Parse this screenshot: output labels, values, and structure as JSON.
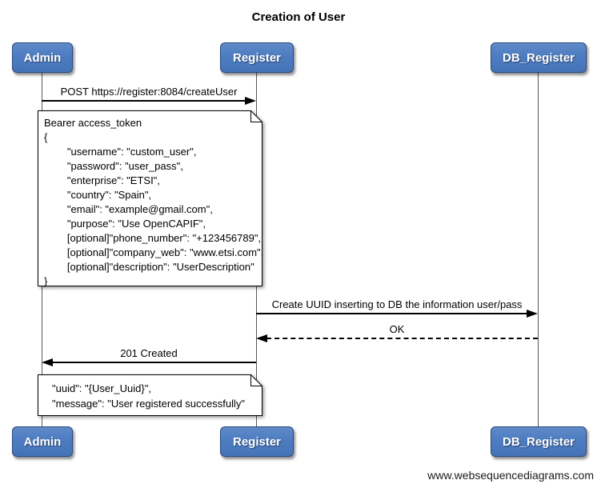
{
  "title": "Creation of User",
  "footer": "www.websequencediagrams.com",
  "actors": [
    {
      "name": "Admin"
    },
    {
      "name": "Register"
    },
    {
      "name": "DB_Register"
    }
  ],
  "messages": [
    {
      "from": "Admin",
      "to": "Register",
      "label": "POST https://register:8084/createUser",
      "line_style": "solid"
    },
    {
      "from": "Register",
      "to": "DB_Register",
      "label": "Create UUID inserting to DB the information user/pass",
      "line_style": "solid"
    },
    {
      "from": "DB_Register",
      "to": "Register",
      "label": "OK",
      "line_style": "dashed"
    },
    {
      "from": "Register",
      "to": "Admin",
      "label": "201 Created",
      "line_style": "solid"
    }
  ],
  "notes": [
    {
      "over": [
        "Admin",
        "Register"
      ],
      "text": "Bearer access_token\n{\n\t\"username\": \"custom_user\",\n\t\"password\": \"user_pass\",\n\t\"enterprise\": \"ETSI\",\n\t\"country\": \"Spain\",\n\t\"email\": \"example@gmail.com\",\n\t\"purpose\": \"Use OpenCAPIF\",\n\t[optional]\"phone_number\": \"+123456789\",\n\t[optional]\"company_web\": \"www.etsi.com\",\n\t[optional]\"description\": \"UserDescription\"\n}"
    },
    {
      "over": [
        "Admin",
        "Register"
      ],
      "text": "\"uuid\": \"{User_Uuid}\",\n\"message\": \"User registered successfully\""
    }
  ],
  "colors": {
    "actor_fill": "#4d7bc0",
    "actor_border": "#2b4a7d",
    "actor_text": "#ffffff",
    "lifeline": "#595959",
    "message_line": "#000000",
    "note_background": "#ffffff",
    "note_border": "#000000",
    "page_background": "#ffffff"
  }
}
